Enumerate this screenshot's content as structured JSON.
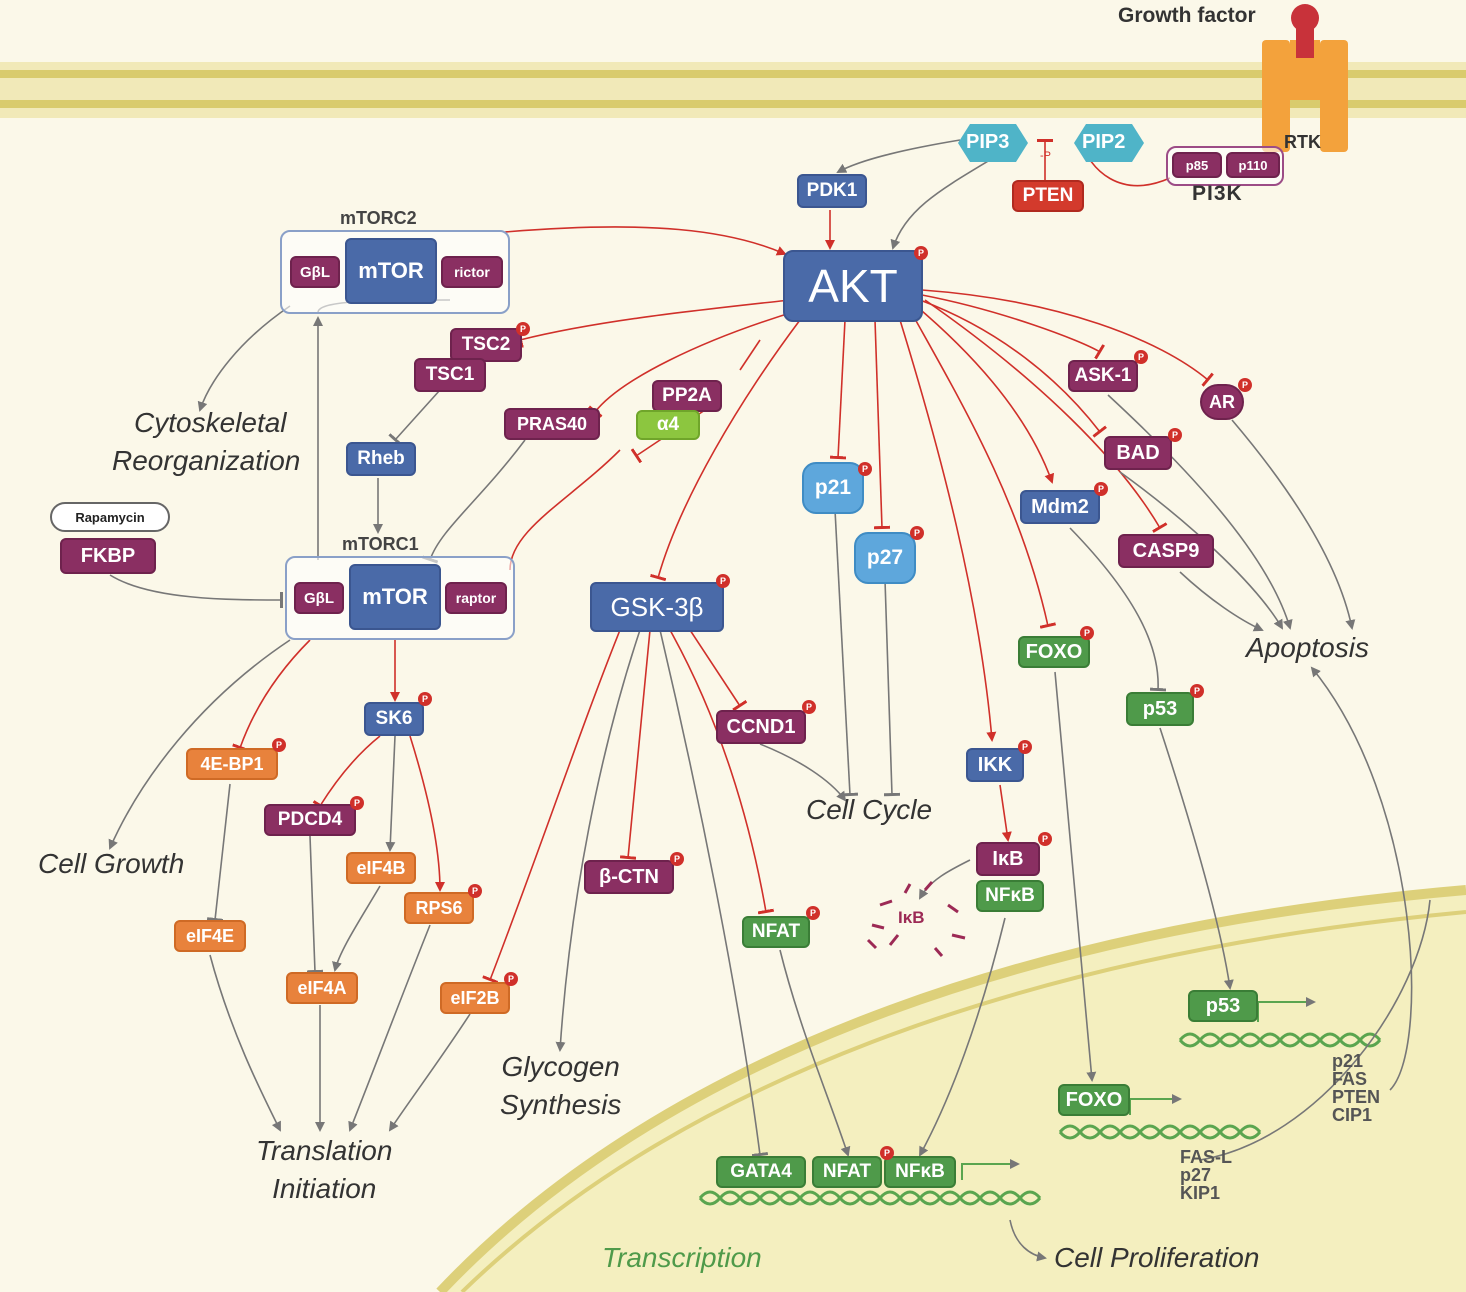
{
  "extracellular": {
    "growth_factor": "Growth factor",
    "rtk": "RTK"
  },
  "pi3k": {
    "label": "PI3K",
    "p85": "p85",
    "p110": "p110"
  },
  "lipids": {
    "pip3": "PIP3",
    "pip2": "PIP2",
    "pten": "PTEN",
    "p_mark": "-P"
  },
  "core": {
    "pdk1": "PDK1",
    "akt": "AKT"
  },
  "mtorc2": {
    "label": "mTORC2",
    "gbl": "GβL",
    "mtor": "mTOR",
    "rictor": "rictor"
  },
  "mtorc1": {
    "label": "mTORC1",
    "gbl": "GβL",
    "mtor": "mTOR",
    "raptor": "raptor"
  },
  "drug": {
    "rapamycin": "Rapamycin",
    "fkbp": "FKBP"
  },
  "proteins": {
    "tsc2": "TSC2",
    "tsc1": "TSC1",
    "rheb": "Rheb",
    "pras40": "PRAS40",
    "pp2a": "PP2A",
    "a4": "α4",
    "gsk3b": "GSK-3β",
    "p21": "p21",
    "p27": "p27",
    "ask1": "ASK-1",
    "ar": "AR",
    "bad": "BAD",
    "mdm2": "Mdm2",
    "casp9": "CASP9",
    "foxo": "FOXO",
    "p53": "p53",
    "ikk": "IKK",
    "ikb": "IκB",
    "nfkb": "NFκB",
    "ikb_deg": "IκB",
    "ccnd1": "CCND1",
    "bctn": "β-CTN",
    "nfat": "NFAT",
    "sk6": "SK6",
    "ebp1": "4E-BP1",
    "pdcd4": "PDCD4",
    "eif4b": "eIF4B",
    "rps6": "RPS6",
    "eif4e": "eIF4E",
    "eif4a": "eIF4A",
    "eif2b": "eIF2B"
  },
  "nuclear": {
    "p53": "p53",
    "foxo": "FOXO",
    "gata4": "GATA4",
    "nfat": "NFAT",
    "nfkb": "NFκB",
    "p53_targets": [
      "p21",
      "FAS",
      "PTEN",
      "CIP1"
    ],
    "foxo_targets": [
      "FAS-L",
      "p27",
      "KIP1"
    ]
  },
  "outcomes": {
    "cytoskeletal": [
      "Cytoskeletal",
      "Reorganization"
    ],
    "cell_growth": "Cell Growth",
    "translation": [
      "Translation",
      "Initiation"
    ],
    "glycogen": [
      "Glycogen",
      "Synthesis"
    ],
    "cell_cycle": "Cell Cycle",
    "apoptosis": "Apoptosis",
    "transcription": "Transcription",
    "proliferation": "Cell Proliferation"
  },
  "phospho_mark": "P",
  "colors": {
    "blue": "#4a6aa8",
    "purple": "#8a2f62",
    "orange": "#e8823c",
    "green": "#4f9a4a",
    "red": "#d33a2c",
    "teal": "#4fb4c8",
    "membrane": "#d8c86a",
    "nucleus": "#f3efb8"
  }
}
